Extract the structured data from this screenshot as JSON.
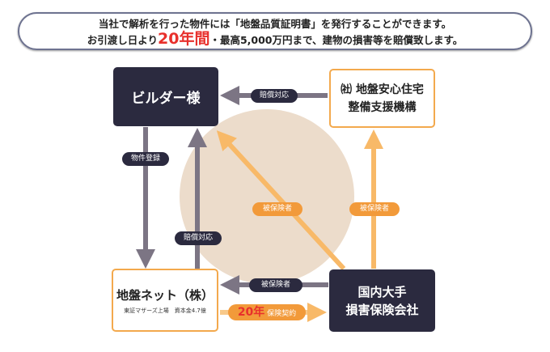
{
  "banner": {
    "line1": "当社で解析を行った物件には「地盤品質証明書」を発行することができます。",
    "line2_pre": "お引渡し日より",
    "line2_highlight": "20年間",
    "line2_post": "・最高5,000万円まで、建物の損害等を賠償致します。"
  },
  "nodes": {
    "builder": "ビルダー様",
    "organization_mark": "㈳",
    "organization_line1": "地盤安心住宅",
    "organization_line2": "整備支援機構",
    "jibannet": "地盤ネット（株）",
    "jibannet_sub": "東証マザーズ上場　資本金4.7億",
    "insurer_line1": "国内大手",
    "insurer_line2": "損害保険会社"
  },
  "edges": {
    "org_to_builder": "賠償対応",
    "builder_to_jibannet": "物件登録",
    "jibannet_to_builder": "賠償対応",
    "insurer_to_jibannet": "被保険者",
    "insurer_to_builder": "被保険者",
    "insurer_to_org": "被保険者",
    "contract_years": "20年",
    "contract_label": "保険契約"
  },
  "colors": {
    "dark": "#2b2a3f",
    "orange": "#f29a3a",
    "gray_arrow": "#7c7584",
    "circle": "#ecdccb"
  }
}
